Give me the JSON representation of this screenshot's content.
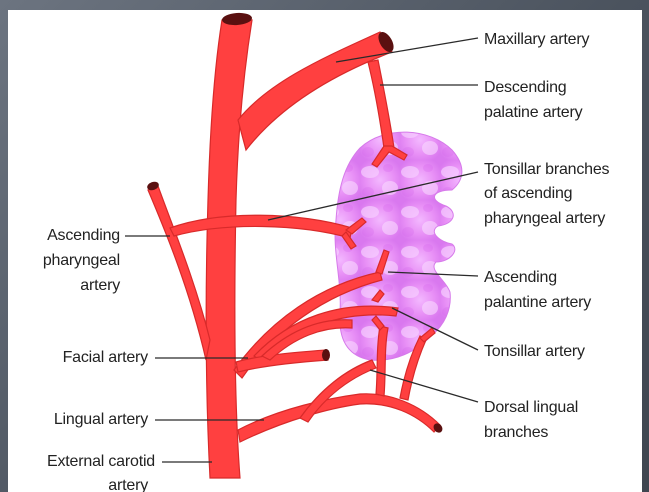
{
  "diagram": {
    "colors": {
      "artery": "#ff3b3b",
      "artery_dark": "#e22a2a",
      "tonsil": "#e68cf5",
      "tonsil_light": "#f6c6ff",
      "leader": "#2a2a2a",
      "background": "#ffffff"
    },
    "labels": {
      "maxillary": "Maxillary artery",
      "desc_palatine_1": "Descending",
      "desc_palatine_2": "palatine artery",
      "tonsillar_asc_1": "Tonsillar branches",
      "tonsillar_asc_2": "of ascending",
      "tonsillar_asc_3": "pharyngeal artery",
      "asc_palantine_1": "Ascending",
      "asc_palantine_2": "palantine artery",
      "tonsillar_artery": "Tonsillar artery",
      "dorsal_lingual_1": "Dorsal lingual",
      "dorsal_lingual_2": "branches",
      "asc_pharyngeal_1": "Ascending",
      "asc_pharyngeal_2": "pharyngeal",
      "asc_pharyngeal_3": "artery",
      "facial": "Facial artery",
      "lingual": "Lingual artery",
      "ext_carotid_1": "External carotid",
      "ext_carotid_2": "artery"
    }
  }
}
